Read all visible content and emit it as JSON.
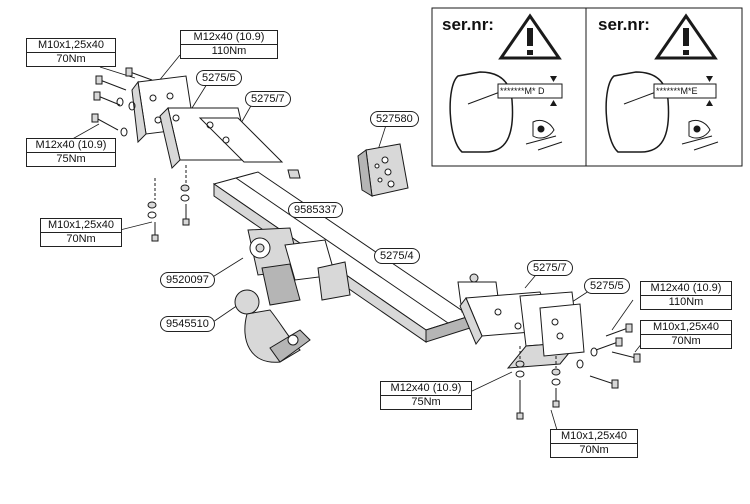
{
  "torque_boxes": [
    {
      "spec": "M10x1,25x40",
      "torque": "70Nm"
    },
    {
      "spec": "M12x40 (10.9)",
      "torque": "110Nm"
    },
    {
      "spec": "M12x40 (10.9)",
      "torque": "75Nm"
    },
    {
      "spec": "M10x1,25x40",
      "torque": "70Nm"
    },
    {
      "spec": "M12x40 (10.9)",
      "torque": "110Nm"
    },
    {
      "spec": "M10x1,25x40",
      "torque": "70Nm"
    },
    {
      "spec": "M12x40 (10.9)",
      "torque": "75Nm"
    },
    {
      "spec": "M10x1,25x40",
      "torque": "70Nm"
    }
  ],
  "part_tags": [
    "5275/5",
    "5275/7",
    "527580",
    "9585337",
    "5275/4",
    "9520097",
    "9545510",
    "5275/7",
    "5275/5"
  ],
  "serial_panels": [
    {
      "label": "ser.nr:",
      "code": "*******M* D",
      "icon": "warning-icon"
    },
    {
      "label": "ser.nr:",
      "code": "*******M*E",
      "icon": "warning-icon"
    }
  ],
  "colors": {
    "line": "#1a1a1a",
    "shade": "#d8d8d8",
    "shade_dark": "#b5b5b5",
    "background": "#ffffff"
  }
}
